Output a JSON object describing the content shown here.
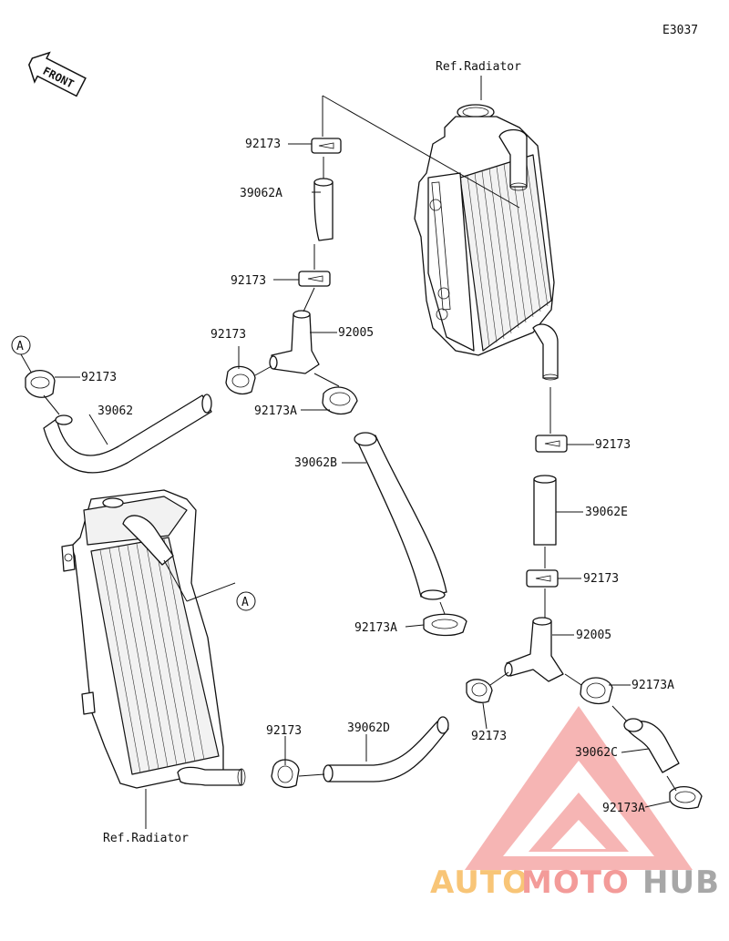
{
  "diagram_code": "E3037",
  "front_indicator": "FRONT",
  "reference_marker": "A",
  "ref_radiator_label": "Ref.Radiator",
  "labels": {
    "clamp_92173": "92173",
    "clamp_92173A": "92173A",
    "hose_39062": "39062",
    "hose_39062A": "39062A",
    "hose_39062B": "39062B",
    "hose_39062C": "39062C",
    "hose_39062D": "39062D",
    "hose_39062E": "39062E",
    "joint_92005": "92005"
  },
  "watermark": {
    "part1": "AUTO",
    "part2": "MOTO",
    "part3": "HUB"
  },
  "colors": {
    "line": "#111111",
    "wm_orange": "#f6b24a",
    "wm_red": "#f07a78",
    "wm_gray": "#8a8a8a"
  }
}
